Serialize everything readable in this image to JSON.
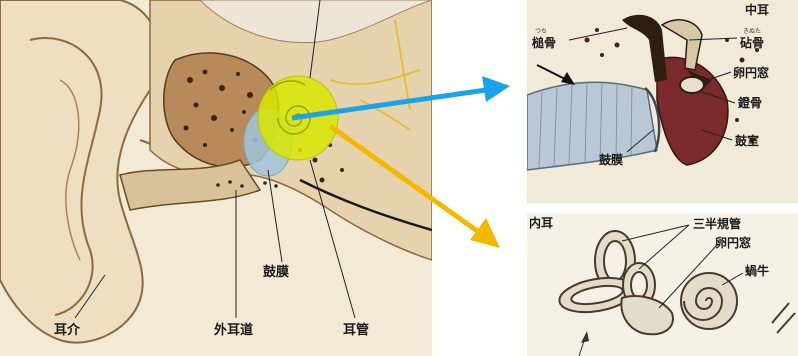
{
  "main_labels": {
    "pinna": "耳介",
    "ear_canal": "外耳道",
    "eardrum": "鼓膜",
    "eustachian_tube": "耳管"
  },
  "middle_ear": {
    "title": "中耳",
    "malleus": "槌骨",
    "malleus_reading": "つち",
    "incus": "砧骨",
    "incus_reading": "きぬた",
    "oval_window": "卵円窓",
    "stapes": "鐙骨",
    "tympanic_cavity": "鼓室",
    "eardrum": "鼓膜"
  },
  "inner_ear": {
    "title": "内耳",
    "semicircular_canals": "三半規管",
    "oval_window": "卵円窓",
    "cochlea": "蝸牛"
  },
  "colors": {
    "arrow_middle": "#1aa3e8",
    "arrow_inner": "#f5b800",
    "inner_ear_highlight": "#d8e600",
    "middle_ear_highlight": "#9fc6dc"
  }
}
